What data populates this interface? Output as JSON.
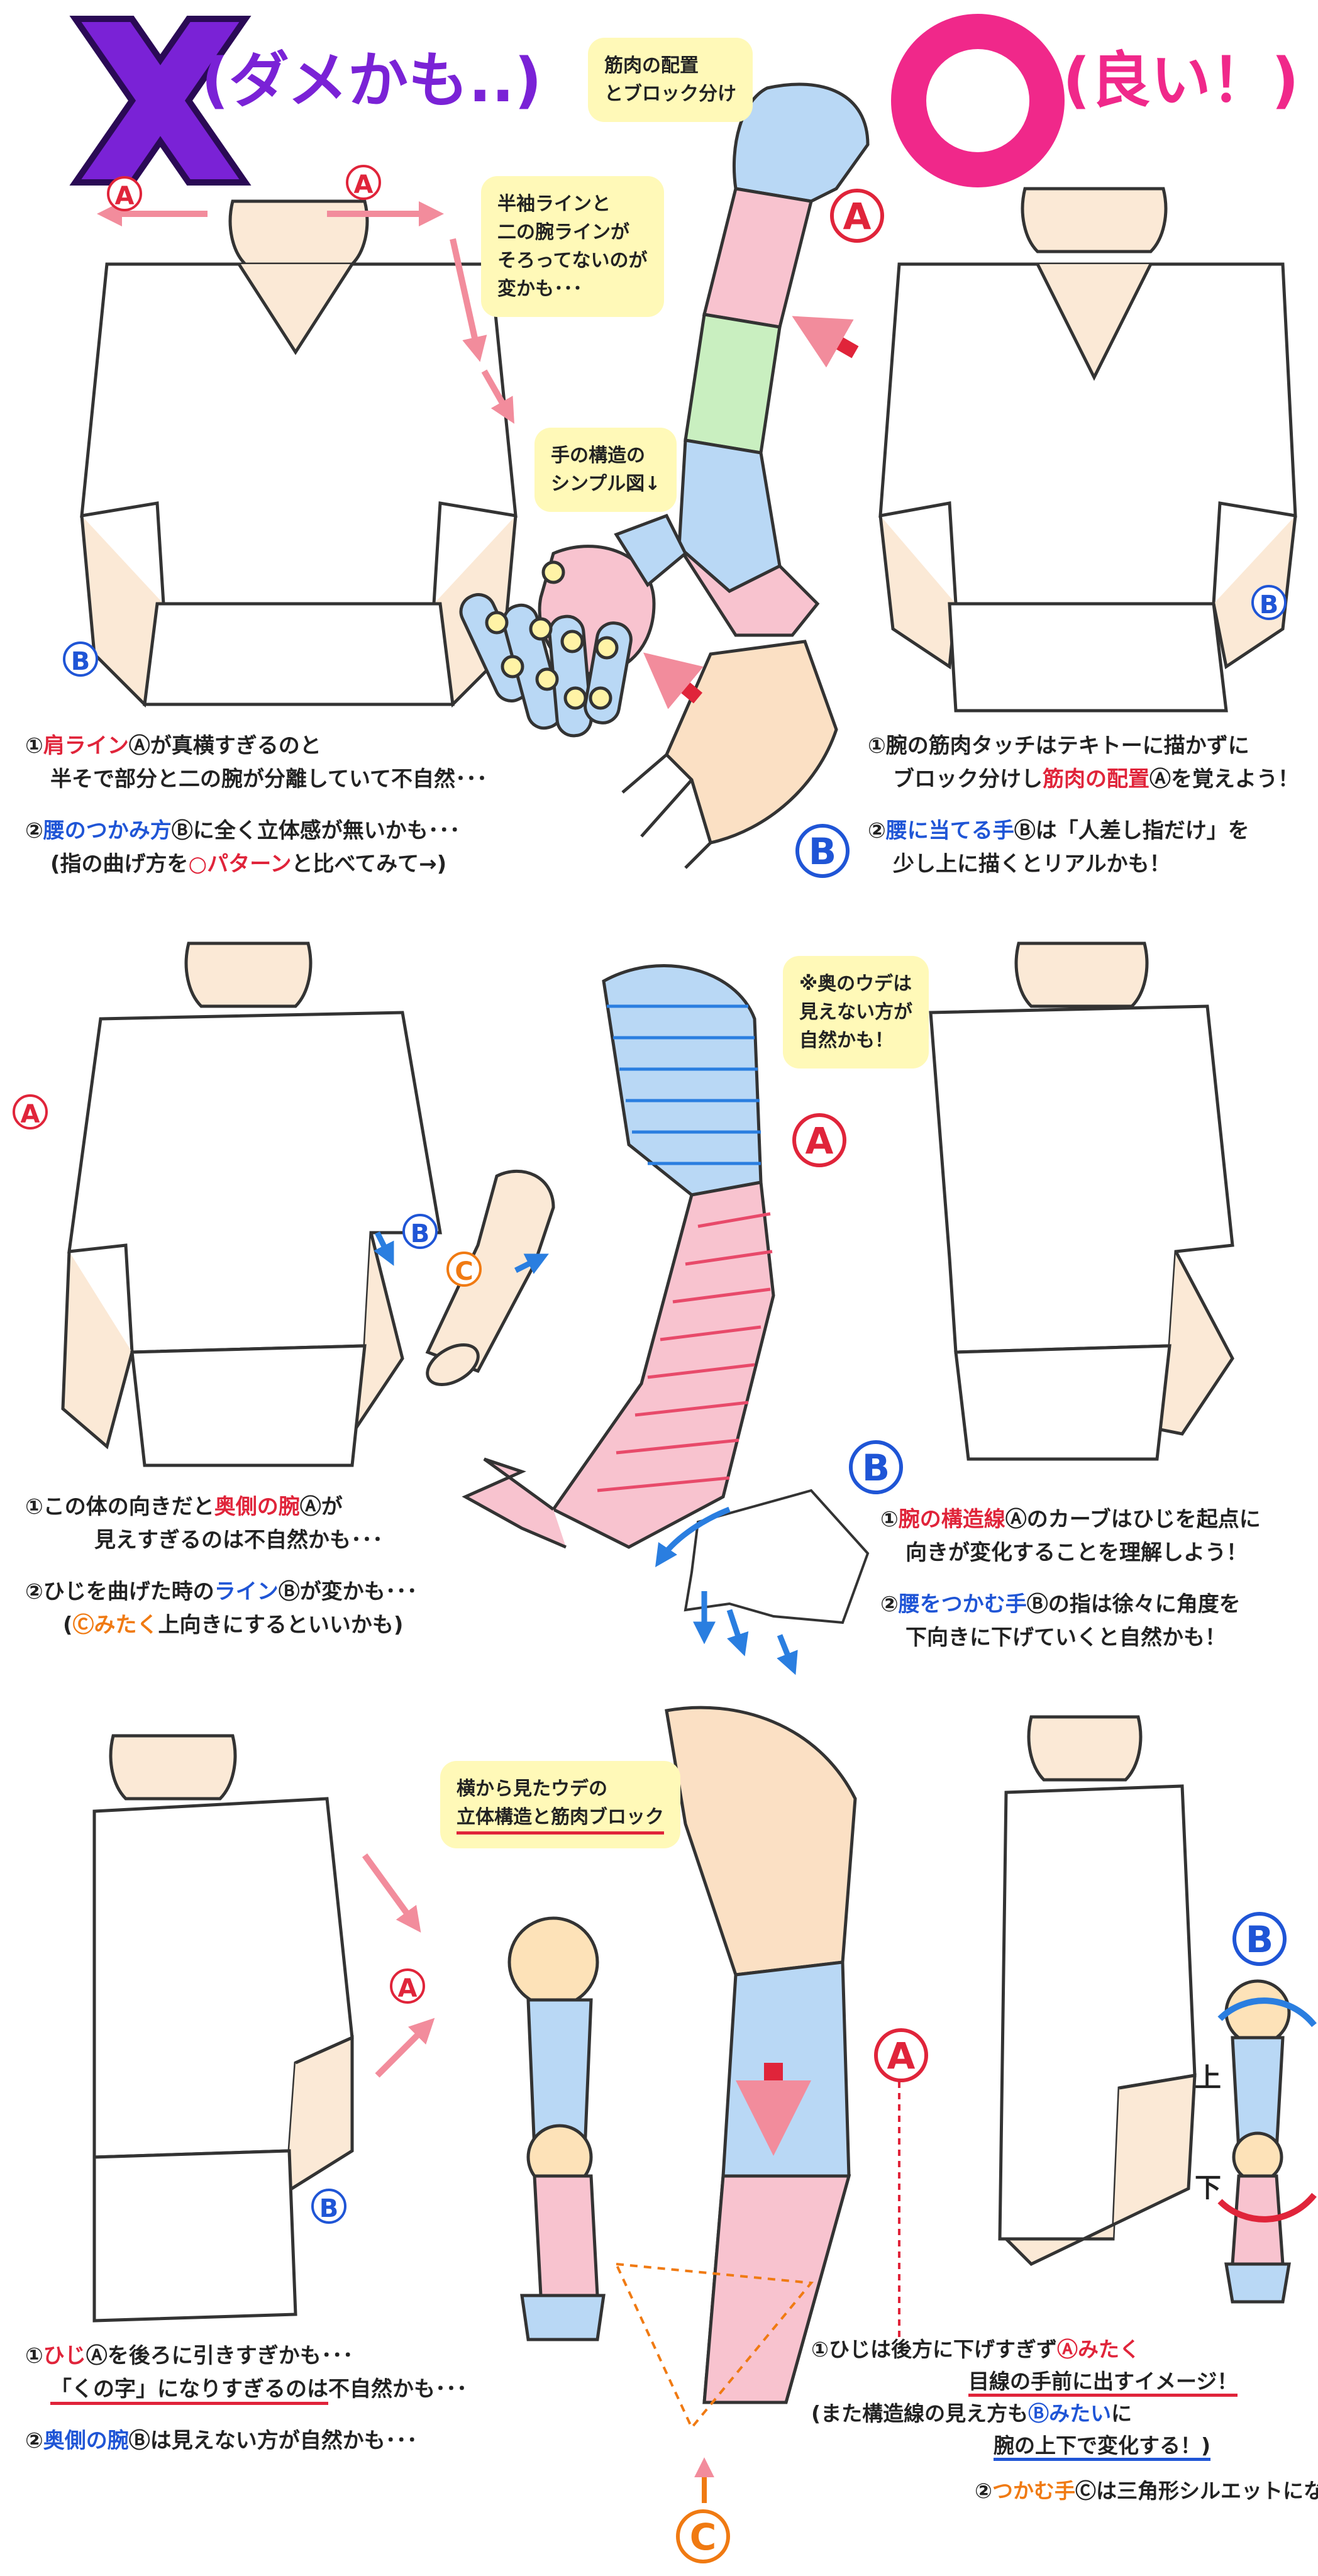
{
  "header": {
    "bad_caption": "(ダメかも..)",
    "good_caption": "(良い！)"
  },
  "markers": {
    "a": "A",
    "b": "B",
    "c": "C"
  },
  "bubbles": {
    "muscle_layout": [
      "筋肉の配置",
      "とブロック分け"
    ],
    "sleeve_line": [
      "半袖ラインと",
      "二の腕ラインが",
      "そろってないのが",
      "変かも･･･"
    ],
    "hand_diagram": [
      "手の構造の",
      "シンプル図↓"
    ],
    "back_arm": [
      "※奥のウデは",
      "見えない方が",
      "自然かも！"
    ],
    "side_arm": [
      "横から見たウデの",
      "立体構造と筋肉ブロック"
    ]
  },
  "labels": {
    "up": "上",
    "down": "下"
  },
  "text": {
    "s1_bad_1a": "①",
    "s1_bad_1b": "肩ライン",
    "s1_bad_1c": "Ⓐが真横すぎるのと",
    "s1_bad_1d": "半そで部分と二の腕が分離していて不自然･･･",
    "s1_bad_2a": "②",
    "s1_bad_2b": "腰のつかみ方",
    "s1_bad_2c": "Ⓑに全く立体感が無いかも･･･",
    "s1_bad_2d": "(指の曲げ方を",
    "s1_bad_2e": "○パターン",
    "s1_bad_2f": "と比べてみて→)",
    "s1_good_1a": "①腕の筋肉タッチはテキトーに描かずに",
    "s1_good_1b": "ブロック分けし",
    "s1_good_1c": "筋肉の配置",
    "s1_good_1d": "Ⓐを覚えよう！",
    "s1_good_2a": "②",
    "s1_good_2b": "腰に当てる手",
    "s1_good_2c": "Ⓑは「人差し指だけ」を",
    "s1_good_2d": "少し上に描くとリアルかも！",
    "s2_bad_1a": "①この体の向きだと",
    "s2_bad_1b": "奥側の腕",
    "s2_bad_1c": "Ⓐが",
    "s2_bad_1d": "見えすぎるのは不自然かも･･･",
    "s2_bad_2a": "②ひじを曲げた時の",
    "s2_bad_2b": "ライン",
    "s2_bad_2c": "Ⓑが変かも･･･",
    "s2_bad_2d": "(",
    "s2_bad_2e": "Ⓒみたく",
    "s2_bad_2f": "上向きにするといいかも)",
    "s2_good_1a": "①",
    "s2_good_1b": "腕の構造線",
    "s2_good_1c": "Ⓐのカーブはひじを起点に",
    "s2_good_1d": "向きが変化することを理解しよう！",
    "s2_good_2a": "②",
    "s2_good_2b": "腰をつかむ手",
    "s2_good_2c": "Ⓑの指は徐々に角度を",
    "s2_good_2d": "下向きに下げていくと自然かも！",
    "s3_bad_1a": "①",
    "s3_bad_1b": "ひじ",
    "s3_bad_1c": "Ⓐを後ろに引きすぎかも･･･",
    "s3_bad_1d": "「くの字」になりすぎるのは",
    "s3_bad_1e": "不自然かも･･･",
    "s3_bad_2a": "②",
    "s3_bad_2b": "奥側の腕",
    "s3_bad_2c": "Ⓑは見えない方が自然かも･･･",
    "s3_good_1a": "①ひじは後方に下げすぎず",
    "s3_good_1b": "Ⓐみたく",
    "s3_good_1c": "目線の手前に出すイメージ！",
    "s3_good_1d": "(また構造線の見え方も",
    "s3_good_1e": "Ⓑみたい",
    "s3_good_1f": "に",
    "s3_good_1g": "腕の上下で変化する！)",
    "s3_good_2a": "②",
    "s3_good_2b": "つかむ手",
    "s3_good_2c": "Ⓒは三角形シルエットになる！"
  },
  "colors": {
    "bad_x": "#7a22d6",
    "good_o": "#f0288a",
    "accent_red": "#e0243a",
    "accent_blue": "#1f55d6",
    "accent_orange": "#f07a12",
    "bubble": "#fff9b8",
    "skin": "#fbe9d6",
    "muscle_pink": "#f8c3cf",
    "muscle_blue": "#b9d8f5",
    "muscle_green": "#c9efc0",
    "muscle_yellow": "#fff3a6"
  }
}
